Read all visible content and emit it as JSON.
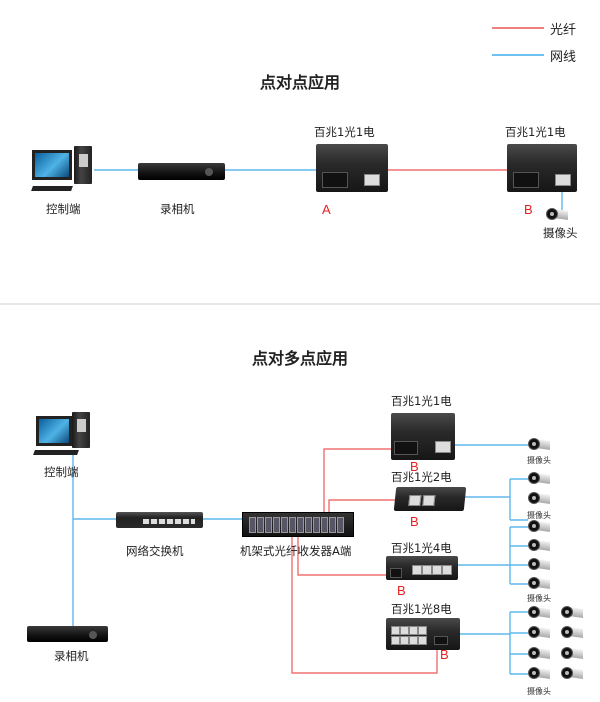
{
  "legend": {
    "items": [
      {
        "label": "光纤",
        "color": "#f08080",
        "meaning": "fiber"
      },
      {
        "label": "网线",
        "color": "#6ec1f0",
        "meaning": "ethernet-cable"
      }
    ]
  },
  "colors": {
    "fiber": "#f07272",
    "ethernet": "#5fb8ee",
    "port_letter": "#e52222",
    "divider": "#e8e8e8"
  },
  "section1": {
    "title": "点对点应用",
    "devices": {
      "pc": "控制端",
      "dvr": "录相机",
      "converter_a_title": "百兆1光1电",
      "converter_a_letter": "A",
      "converter_b_title": "百兆1光1电",
      "converter_b_letter": "B",
      "camera": "摄像头"
    }
  },
  "section2": {
    "title": "点对多点应用",
    "devices": {
      "pc": "控制端",
      "switch": "网络交换机",
      "rack": "机架式光纤收发器A端",
      "dvr": "录相机"
    },
    "converters": [
      {
        "title": "百兆1光1电",
        "letter": "B",
        "cameras": 1,
        "camera_label": "摄像头"
      },
      {
        "title": "百兆1光2电",
        "letter": "B",
        "cameras": 2,
        "camera_label": "摄像头"
      },
      {
        "title": "百兆1光4电",
        "letter": "B",
        "cameras": 4,
        "camera_label": "摄像头"
      },
      {
        "title": "百兆1光8电",
        "letter": "B",
        "cameras": 8,
        "camera_label": "摄像头"
      }
    ]
  }
}
